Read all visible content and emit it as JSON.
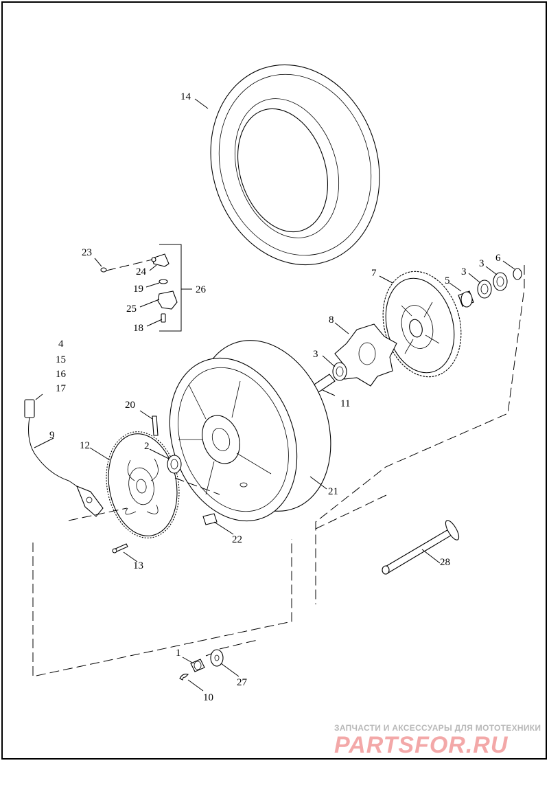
{
  "callouts": {
    "c1": "1",
    "c2": "2",
    "c3a": "3",
    "c3b": "3",
    "c3c": "3",
    "c4": "4",
    "c5": "5",
    "c6": "6",
    "c7": "7",
    "c8": "8",
    "c9": "9",
    "c10": "10",
    "c11": "11",
    "c12": "12",
    "c13": "13",
    "c14": "14",
    "c15": "15",
    "c16": "16",
    "c17": "17",
    "c18": "18",
    "c19": "19",
    "c20": "20",
    "c21": "21",
    "c22": "22",
    "c23": "23",
    "c24": "24",
    "c25": "25",
    "c26": "26",
    "c27": "27",
    "c28": "28"
  },
  "watermark": {
    "tagline": "ЗАПЧАСТИ И АКСЕССУАРЫ ДЛЯ МОТОТЕХНИКИ",
    "brand": "PARTSFOR.RU"
  }
}
